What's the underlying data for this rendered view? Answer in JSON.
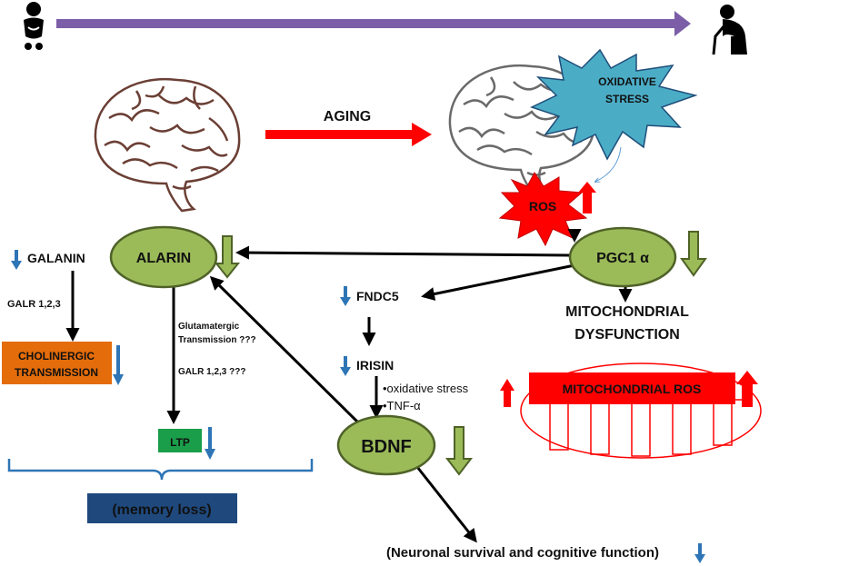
{
  "timeline": {
    "start_icon": "baby-icon",
    "end_icon": "elderly-person-icon",
    "arrow_color": "#7b5ea7"
  },
  "aging_label": "AGING",
  "oxidative_stress": {
    "line1": "OXIDATIVE",
    "line2": "STRESS"
  },
  "ros": "ROS",
  "nodes": {
    "alarin": "ALARIN",
    "pgc1a": "PGC1 α",
    "bdnf": "BDNF",
    "galanin": "GALANIN",
    "fndc5": "FNDC5",
    "irisin": "IRISIN"
  },
  "galr_left": "GALR 1,2,3",
  "cholinergic": {
    "line1": "CHOLINERGIC",
    "line2": "TRANSMISSION"
  },
  "glutamatergic": {
    "line1": "Glutamatergic",
    "line2": "Transmission ???"
  },
  "galr_mid": "GALR 1,2,3 ???",
  "ltp": "LTP",
  "memory_loss": "(memory loss)",
  "irisin_effects": [
    "•oxidative stress",
    "•TNF-α"
  ],
  "mito_dysfunction": {
    "line1": "MITOCHONDRIAL",
    "line2": "DYSFUNCTION"
  },
  "mito_ros": "MITOCHONDRIAL ROS",
  "outcome": "(Neuronal survival and cognitive function)",
  "colors": {
    "node_fill": "#9bbb59",
    "node_stroke": "#4f6228",
    "red": "#ff0000",
    "orange": "#e46c0a",
    "green_box": "#1a9e4a",
    "navy_box": "#1f497d",
    "blue_arrow": "#2e75b6",
    "star_blue": "#4bacc6",
    "mito_title": "#1f497d"
  }
}
